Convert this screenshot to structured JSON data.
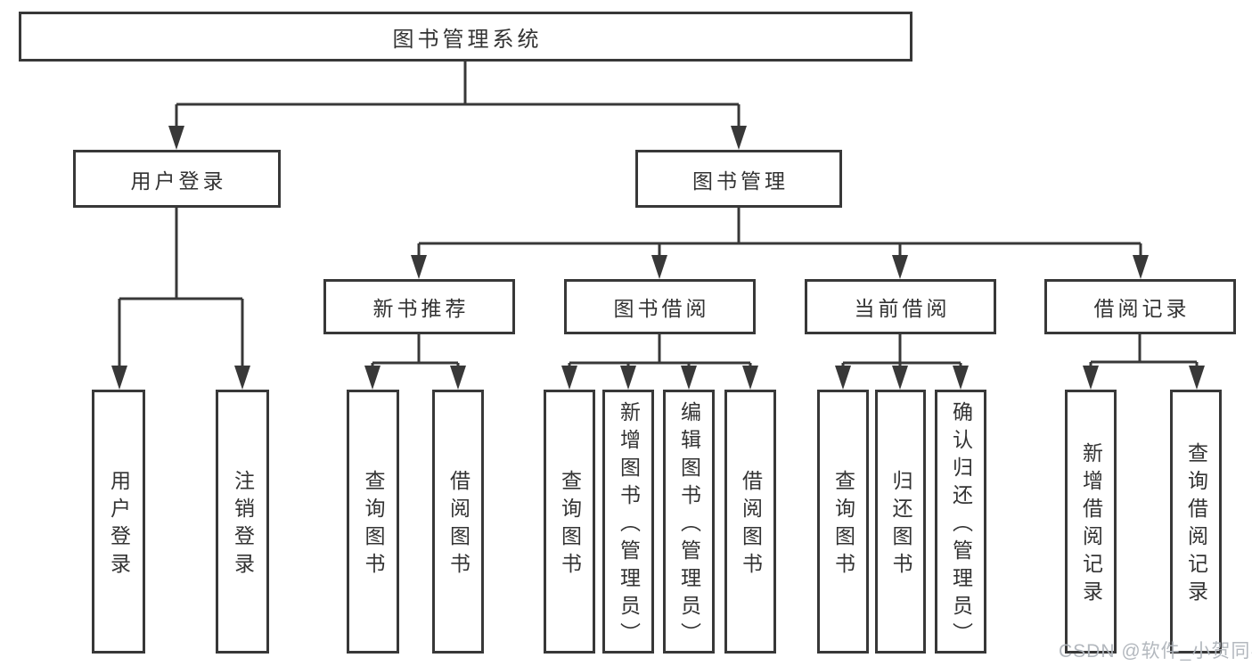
{
  "tree": {
    "root": {
      "label": "图书管理系统"
    },
    "level2": [
      {
        "label": "用户登录"
      },
      {
        "label": "图书管理"
      }
    ],
    "level3": [
      {
        "label": "新书推荐"
      },
      {
        "label": "图书借阅"
      },
      {
        "label": "当前借阅"
      },
      {
        "label": "借阅记录"
      }
    ],
    "leaves": [
      {
        "label": "用户登录"
      },
      {
        "label": "注销登录"
      },
      {
        "label": "查询图书"
      },
      {
        "label": "借阅图书"
      },
      {
        "label": "查询图书"
      },
      {
        "label": "新增图书（管理员）"
      },
      {
        "label": "编辑图书（管理员）"
      },
      {
        "label": "借阅图书"
      },
      {
        "label": "查询图书"
      },
      {
        "label": "归还图书"
      },
      {
        "label": "确认归还（管理员）"
      },
      {
        "label": "新增借阅记录"
      },
      {
        "label": "查询借阅记录"
      }
    ]
  },
  "watermark": {
    "text": "CSDN @软件_小贺同学"
  },
  "colors": {
    "line": "#383838",
    "border": "#383838",
    "text": "#333333",
    "background": "#ffffff",
    "watermark": "#afb4bb"
  }
}
